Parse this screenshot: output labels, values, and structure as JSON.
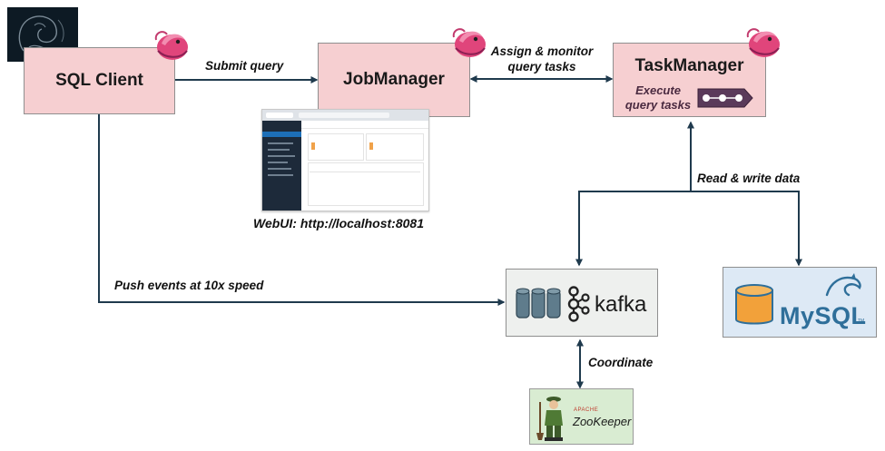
{
  "nodes": {
    "sql_client": "SQL Client",
    "job_manager": "JobManager",
    "task_manager": "TaskManager",
    "task_manager_note": "Execute\nquery tasks",
    "kafka": "kafka",
    "mysql": "MySQL",
    "mysql_tm": "TM",
    "zookeeper_apache": "APACHE",
    "zookeeper": "ZooKeeper"
  },
  "edges": {
    "submit": "Submit query",
    "assign_line1": "Assign & monitor",
    "assign_line2": "query tasks",
    "read_write": "Read & write data",
    "push_events": "Push events at 10x speed",
    "coordinate": "Coordinate"
  },
  "webui": {
    "caption": "WebUI: http://localhost:8081"
  },
  "colors": {
    "pink_box": "#f6cfd1",
    "arrow": "#1f3a4d",
    "kafka_box": "#eef0ee",
    "mysql_box": "#dde9f5",
    "mysql_blue": "#2f6f9a",
    "mysql_orange": "#f2a13a",
    "zookeeper_box": "#d9ecd2",
    "flink_logo": "#e0457b"
  }
}
